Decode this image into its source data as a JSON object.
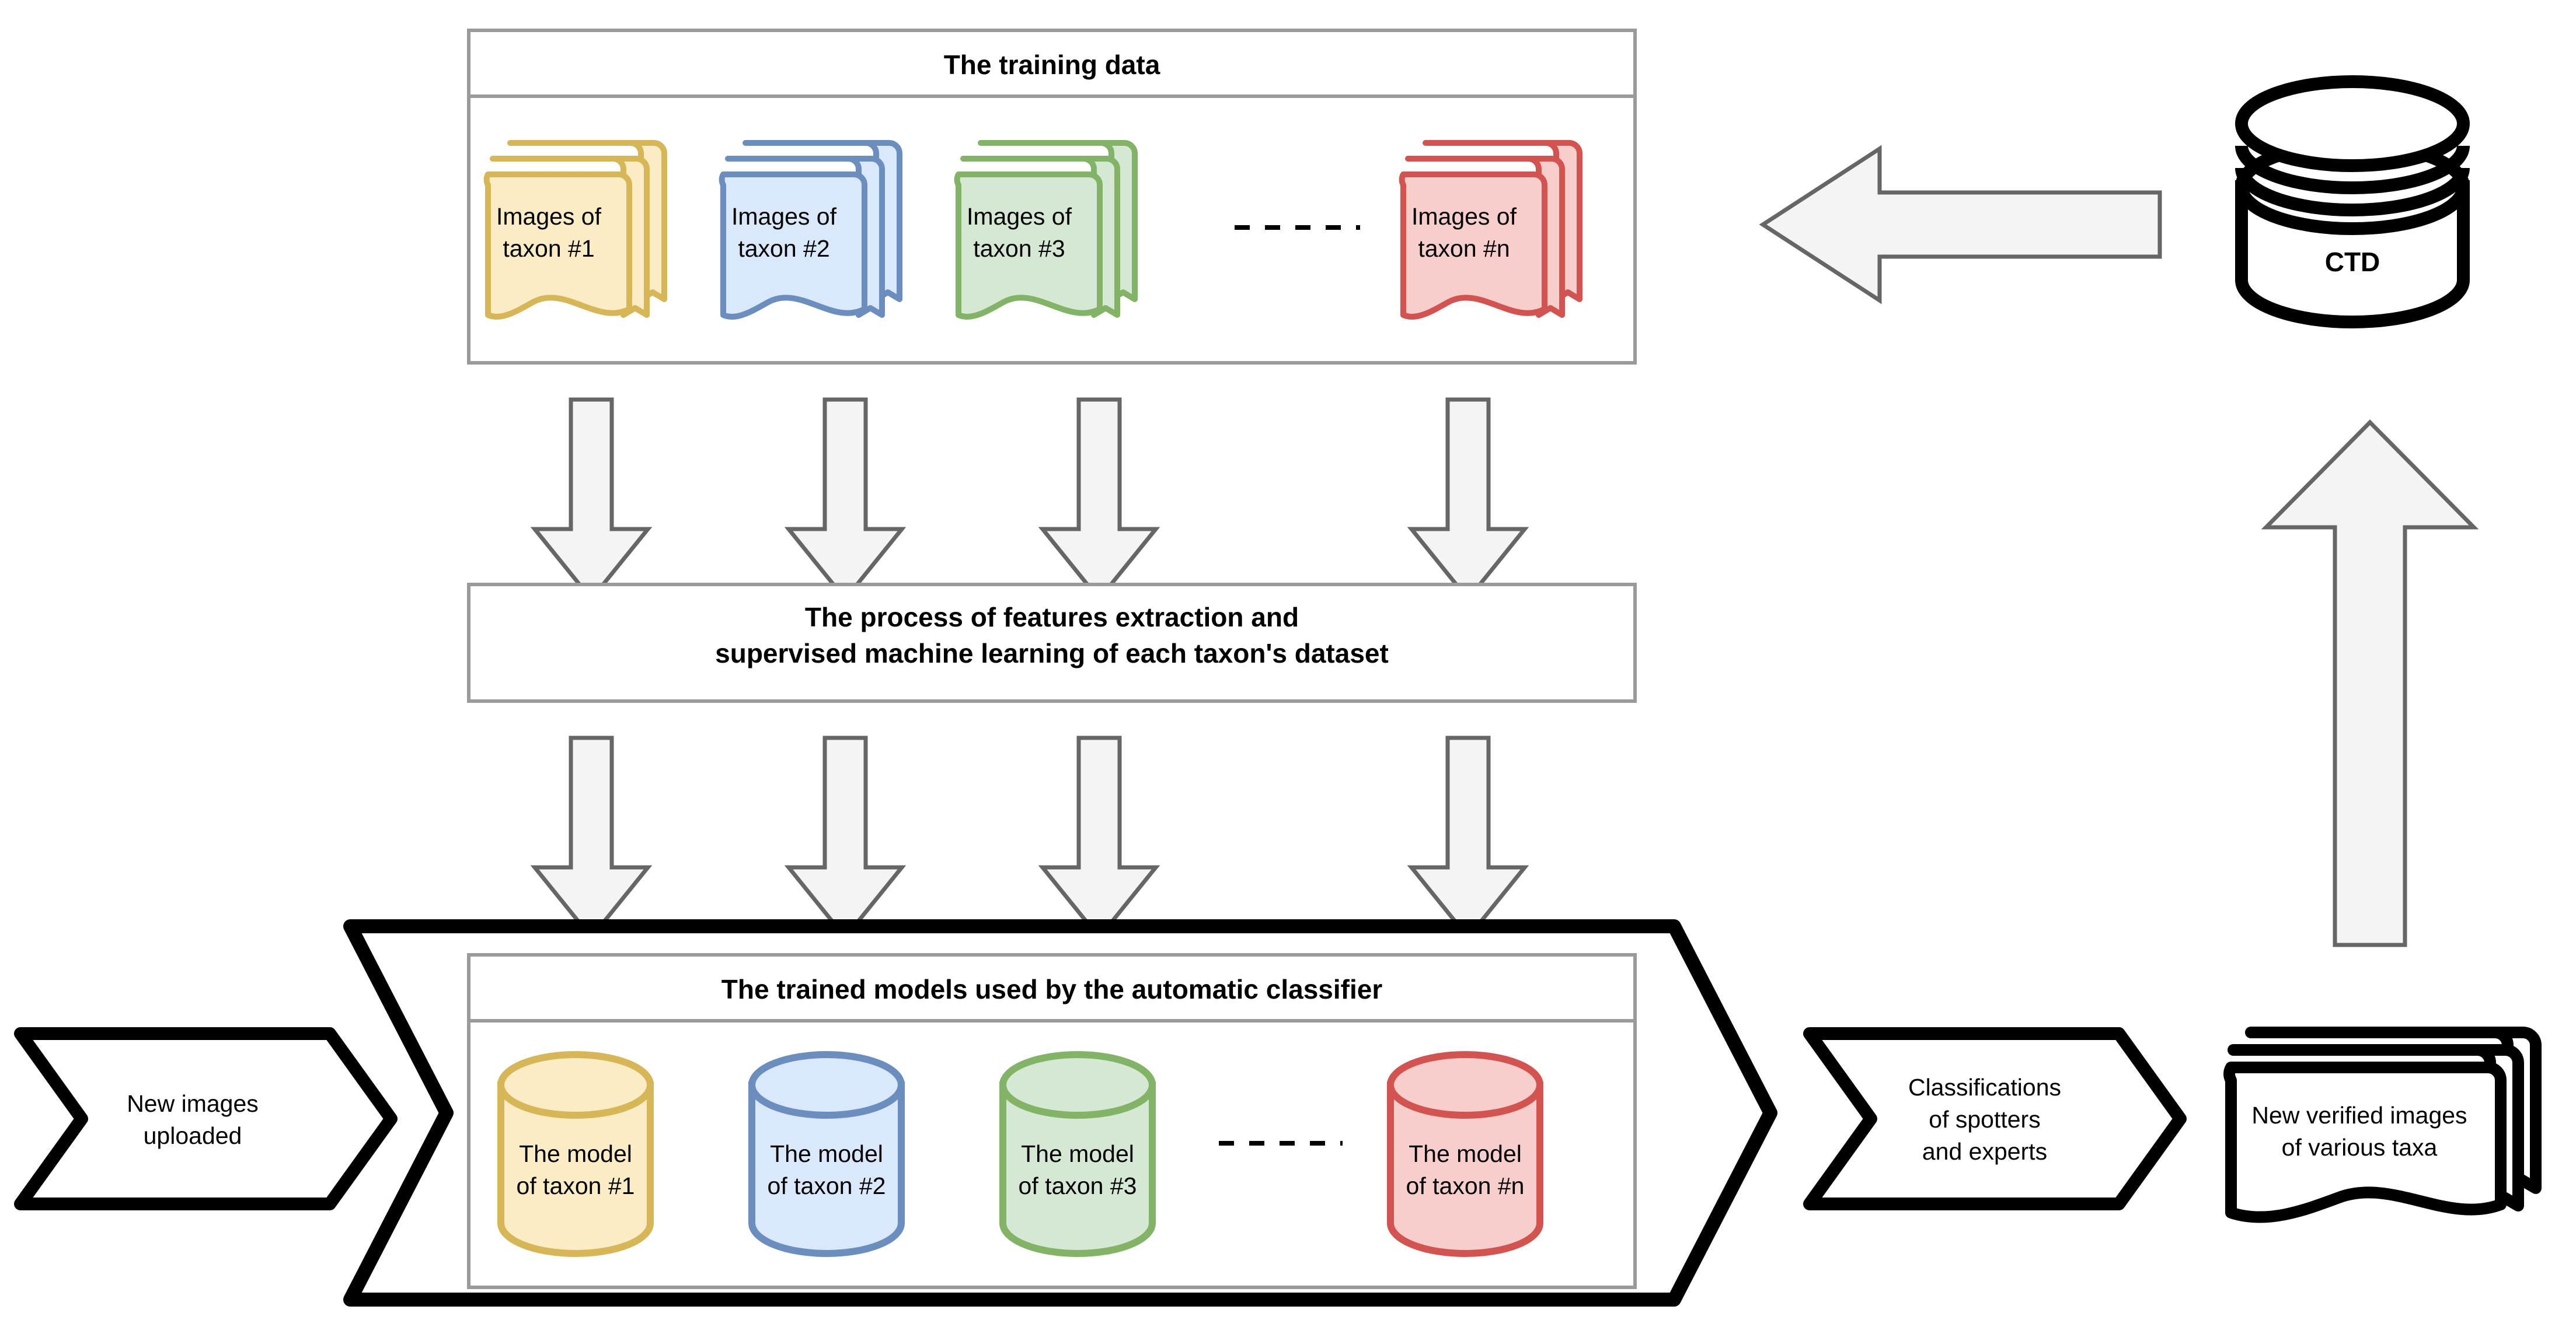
{
  "diagram": {
    "title_hidden": "",
    "palette": {
      "yellow_fill": "#fbecc6",
      "yellow_stroke": "#d6b656",
      "blue_fill": "#dae8fc",
      "blue_stroke": "#6c8ebf",
      "green_fill": "#d5e8d4",
      "green_stroke": "#82b366",
      "red_fill": "#f8cecc",
      "red_stroke": "#d25350",
      "arrow_fill": "#f4f4f4",
      "arrow_stroke": "#666666",
      "box_stroke": "#9a9a9a",
      "black": "#000000",
      "white": "#ffffff"
    }
  },
  "training_box": {
    "title": "The training data",
    "ellipsis": "-------",
    "stacks": [
      {
        "line1": "Images of",
        "line2": "taxon #1",
        "color": "yellow"
      },
      {
        "line1": "Images of",
        "line2": "taxon #2",
        "color": "blue"
      },
      {
        "line1": "Images of",
        "line2": "taxon #3",
        "color": "green"
      },
      {
        "line1": "Images of",
        "line2": "taxon #n",
        "color": "red"
      }
    ]
  },
  "process_box": {
    "line1": "The process of features extraction and",
    "line2": "supervised machine learning of each taxon's dataset"
  },
  "models_box": {
    "title": "The trained models used by the automatic classifier",
    "ellipsis": "- - - - -",
    "cylinders": [
      {
        "line1": "The model",
        "line2": "of taxon #1",
        "color": "yellow"
      },
      {
        "line1": "The model",
        "line2": "of taxon #2",
        "color": "blue"
      },
      {
        "line1": "The model",
        "line2": "of taxon #3",
        "color": "green"
      },
      {
        "line1": "The model",
        "line2": "of taxon #n",
        "color": "red"
      }
    ]
  },
  "database": {
    "label": "CTD"
  },
  "input_chevron": {
    "line1": "New images",
    "line2": "uploaded"
  },
  "output_chevron": {
    "line1": "Classifications",
    "line2": "of spotters",
    "line3": "and experts"
  },
  "feedback_docs": {
    "line1": "New verified images",
    "line2": "of various taxa"
  },
  "arrows": {
    "ctd_to_training": "arrow-left",
    "training_to_process": "arrow-down",
    "process_to_models": "arrow-down",
    "feedback_to_ctd": "arrow-up"
  }
}
